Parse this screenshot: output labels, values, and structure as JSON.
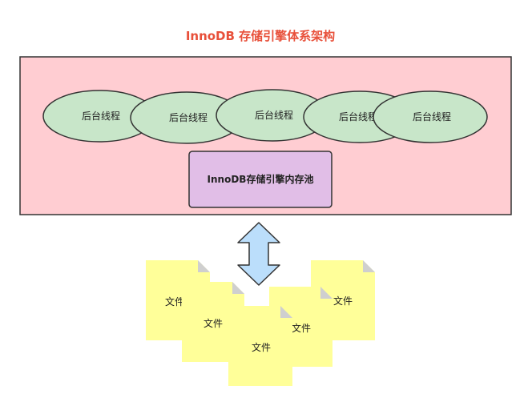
{
  "title": "InnoDB 存储引擎体系架构",
  "colors": {
    "title": "#e8503a",
    "engine_fill": "#ffcdd2",
    "thread_fill": "#c8e6c9",
    "pool_fill": "#e1bee7",
    "arrow_fill": "#bbdefb",
    "file_fill": "#ffff99",
    "fold_fill": "#cfcfcf",
    "stroke": "#333333"
  },
  "threads": [
    {
      "label": "后台线程"
    },
    {
      "label": "后台线程"
    },
    {
      "label": "后台线程"
    },
    {
      "label": "后台线程"
    },
    {
      "label": "后台线程"
    }
  ],
  "buffer_pool": {
    "label": "InnoDB存储引擎内存池"
  },
  "files": [
    {
      "label": "文件"
    },
    {
      "label": "文件"
    },
    {
      "label": "文件"
    },
    {
      "label": "文件"
    },
    {
      "label": "文件"
    }
  ]
}
